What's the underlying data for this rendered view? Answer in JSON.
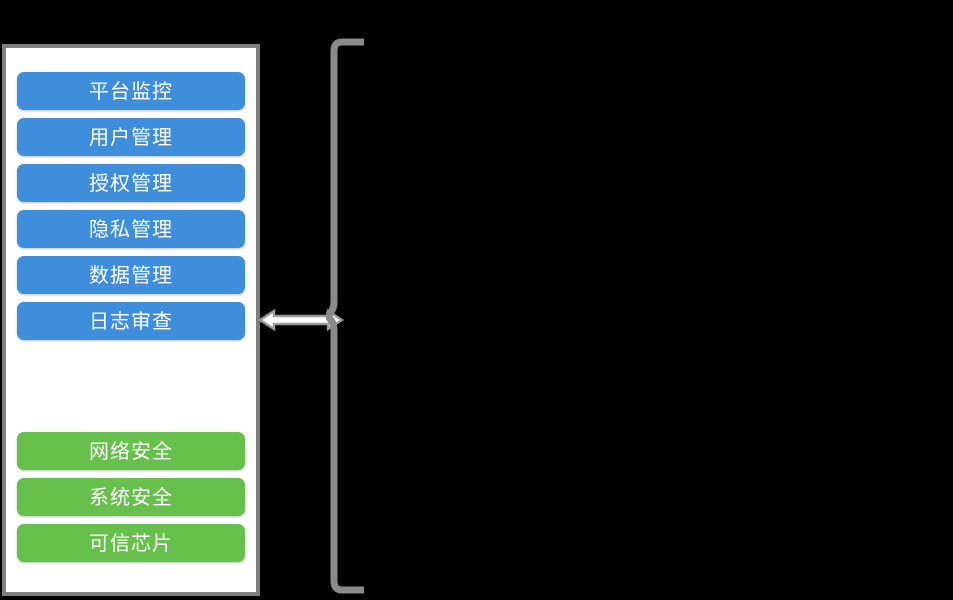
{
  "diagram": {
    "background_color": "#000000",
    "panel": {
      "name": "module-panel",
      "border_color": "#7f7f7f",
      "fill_color": "#ffffff"
    },
    "groups": [
      {
        "id": "blue-group",
        "color": "#3f8edc",
        "items": [
          {
            "label": "平台监控"
          },
          {
            "label": "用户管理"
          },
          {
            "label": "授权管理"
          },
          {
            "label": "隐私管理"
          },
          {
            "label": "数据管理"
          },
          {
            "label": "日志审查"
          }
        ]
      },
      {
        "id": "green-group",
        "color": "#67bf4c",
        "items": [
          {
            "label": "网络安全"
          },
          {
            "label": "系统安全"
          },
          {
            "label": "可信芯片"
          }
        ]
      }
    ],
    "connector": {
      "name": "bidirectional-arrow-icon",
      "stroke_color": "#9a9a9a",
      "fill_color": "#ffffff"
    },
    "bracket": {
      "name": "right-curly-bracket",
      "stroke_color": "#8a8a8a"
    }
  }
}
